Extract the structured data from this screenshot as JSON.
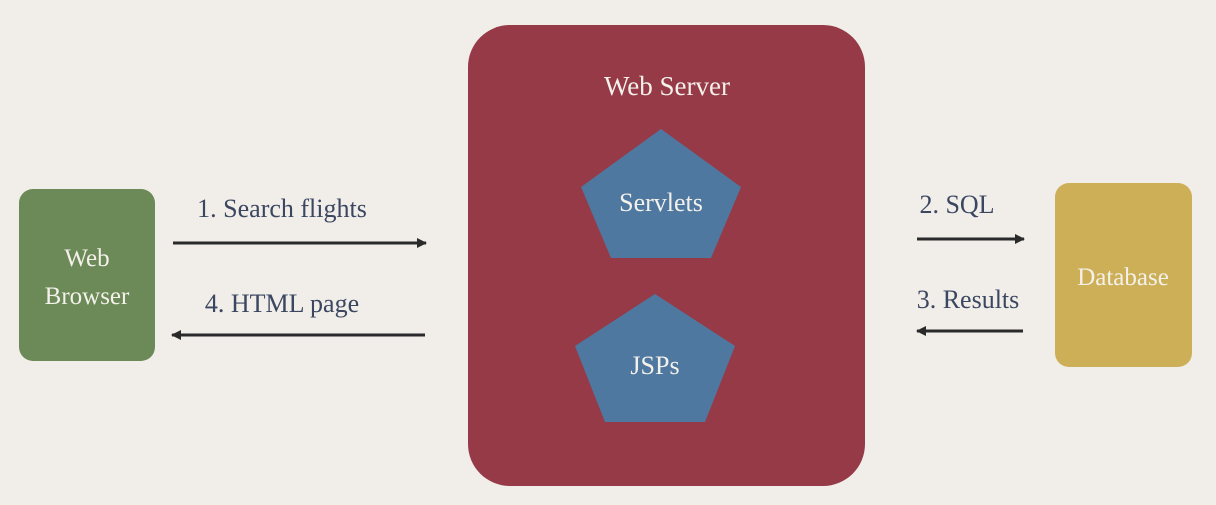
{
  "nodes": {
    "browser": {
      "label_line1": "Web",
      "label_line2": "Browser",
      "color": "#6b8a57"
    },
    "server": {
      "label": "Web Server",
      "color": "#963a48"
    },
    "servlets": {
      "label": "Servlets",
      "color": "#4e78a0"
    },
    "jsps": {
      "label": "JSPs",
      "color": "#4e78a0"
    },
    "database": {
      "label": "Database",
      "color": "#cdaf58"
    }
  },
  "edges": {
    "search": {
      "label": "1. Search flights"
    },
    "sql": {
      "label": "2. SQL"
    },
    "results": {
      "label": "3. Results"
    },
    "html": {
      "label": "4. HTML page"
    }
  },
  "colors": {
    "background": "#f1eee9",
    "text_dark": "#3b4660",
    "text_light": "#f4f0ea",
    "arrow": "#2a2a2a"
  }
}
